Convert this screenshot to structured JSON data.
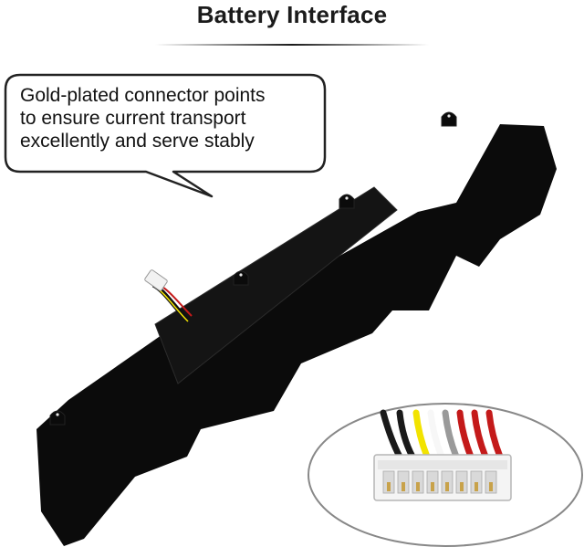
{
  "title": "Battery Interface",
  "callout": {
    "lines": [
      "Gold-plated connector points",
      "to ensure current transport",
      "excellently and serve stably"
    ]
  },
  "colors": {
    "battery_body": "#0b0b0b",
    "title_text": "#1b1b1b",
    "callout_border": "#222222",
    "wire_colors": [
      "#1a1a1a",
      "#1a1a1a",
      "#f2e300",
      "#ffffff",
      "#9a9a9a",
      "#c41a1a",
      "#c41a1a",
      "#c41a1a"
    ]
  }
}
